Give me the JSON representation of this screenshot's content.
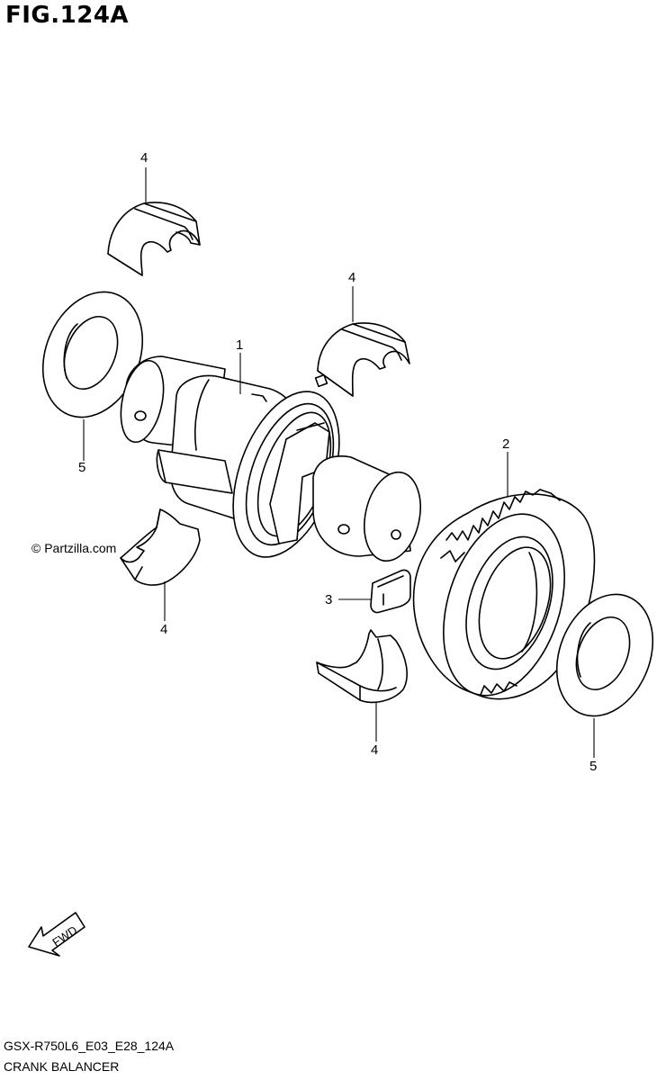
{
  "figure": {
    "title": "FIG.124A",
    "model_code": "GSX-R750L6_E03_E28_124A",
    "name": "CRANK BALANCER",
    "watermark": "© Partzilla.com",
    "fwd_label": "FWD"
  },
  "callouts": [
    {
      "id": "callout-1a",
      "label": "1"
    },
    {
      "id": "callout-2a",
      "label": "2"
    },
    {
      "id": "callout-3a",
      "label": "3"
    },
    {
      "id": "callout-4a",
      "label": "4"
    },
    {
      "id": "callout-4b",
      "label": "4"
    },
    {
      "id": "callout-4c",
      "label": "4"
    },
    {
      "id": "callout-4d",
      "label": "4"
    },
    {
      "id": "callout-5a",
      "label": "5"
    },
    {
      "id": "callout-5b",
      "label": "5"
    }
  ]
}
